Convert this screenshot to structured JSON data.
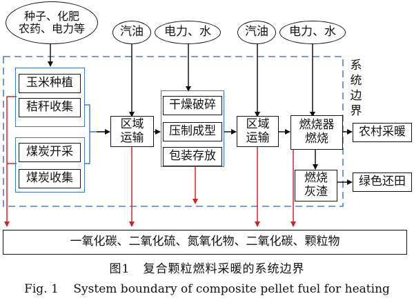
{
  "inputs": {
    "seed_fertilizer": "种子、化肥\n农药、电力等",
    "gasoline_1": "汽油",
    "power_water_1": "电力、水",
    "gasoline_2": "汽油",
    "power_water_2": "电力、水"
  },
  "boundary_label": [
    "系",
    "统",
    "边",
    "界"
  ],
  "process": {
    "corn_planting": "玉米种植",
    "straw_collection": "秸秆收集",
    "coal_mining": "煤炭开采",
    "coal_collection": "煤炭收集",
    "regional_transport_1": "区域\n运输",
    "dry_crush": "干燥破碎",
    "press_form": "压制成型",
    "pack_store": "包装存放",
    "regional_transport_2": "区域\n运输",
    "burner_combustion": "燃烧器\n燃烧",
    "combustion_ash": "燃烧\n灰渣"
  },
  "outputs": {
    "rural_heating": "农村采暖",
    "green_return": "绿色还田",
    "emissions": "一氧化碳、二氧化硫、氮氧化物、二氧化碳、颗粒物"
  },
  "caption": {
    "cn": "图1   复合颗粒燃料采暖的系统边界",
    "en": "Fig. 1    System boundary of composite pellet fuel for heating"
  },
  "colors": {
    "boundary_dash": "#4a7fc0",
    "group_border": "#3a78c2",
    "emission_arrow": "#d42027",
    "flow_arrow": "#111111"
  }
}
